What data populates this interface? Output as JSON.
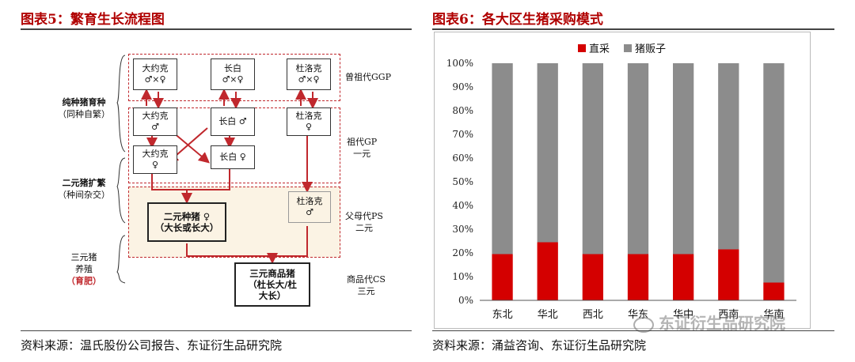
{
  "left": {
    "title": "图表5：繁育生长流程图",
    "source": "资料来源：温氏股份公司报告、东证衍生品研究院",
    "boxes": {
      "ggp_duroc": {
        "line1": "大约克",
        "line2": "♂×♀"
      },
      "ggp_landrace": {
        "line1": "长白",
        "line2": "♂×♀"
      },
      "ggp_duroc2": {
        "line1": "杜洛克",
        "line2": "♂×♀"
      },
      "gp_yorkshire_m": {
        "line1": "大约克",
        "line2": "♂"
      },
      "gp_landrace_m": {
        "line1": "长白 ♂"
      },
      "gp_duroc_f": {
        "line1": "杜洛克",
        "line2": "♀"
      },
      "gp_yorkshire_f": {
        "line1": "大约克",
        "line2": "♀"
      },
      "gp_landrace_f": {
        "line1": "长白 ♀"
      },
      "ps_duroc_m": {
        "line1": "杜洛克",
        "line2": "♂"
      },
      "ps_two_breed": {
        "line1": "二元种猪 ♀",
        "line2": "（大长或长大）"
      },
      "cs_three_breed": {
        "line1": "三元商品猪",
        "line2": "（杜长大/杜",
        "line3": "大长）"
      }
    },
    "generations": {
      "ggp": "曾祖代GGP",
      "gp": [
        "祖代GP",
        "一元"
      ],
      "ps": [
        "父母代PS",
        "二元"
      ],
      "cs": [
        "商品代CS",
        "三元"
      ]
    },
    "stages": {
      "pure": {
        "title": "纯种猪育种",
        "sub": "（同种自繁）"
      },
      "cross": {
        "title": "二元猪扩繁",
        "sub": "（种间杂交）"
      },
      "raise": {
        "title1": "三元猪",
        "title2": "养殖",
        "sub": "（育肥）"
      }
    }
  },
  "right": {
    "title": "图表6：各大区生猪采购模式",
    "source": "资料来源：涌益咨询、东证衍生品研究院",
    "watermark": "东证衍生品研究院",
    "colors": {
      "direct": "#d40000",
      "broker": "#8c8c8c"
    }
  },
  "chart_data": {
    "type": "bar",
    "stacked": true,
    "categories": [
      "东北",
      "华北",
      "西北",
      "华东",
      "华中",
      "西南",
      "华南"
    ],
    "series": [
      {
        "name": "直采",
        "values": [
          19.5,
          24.5,
          19.5,
          19.5,
          19.5,
          21.5,
          7.5
        ]
      },
      {
        "name": "猪贩子",
        "values": [
          80.5,
          75.5,
          80.5,
          80.5,
          80.5,
          78.5,
          92.5
        ]
      }
    ],
    "y_ticks": [
      "0%",
      "10%",
      "20%",
      "30%",
      "40%",
      "50%",
      "60%",
      "70%",
      "80%",
      "90%",
      "100%"
    ],
    "ylim": [
      0,
      100
    ],
    "legend": "top-center",
    "grid": false
  }
}
